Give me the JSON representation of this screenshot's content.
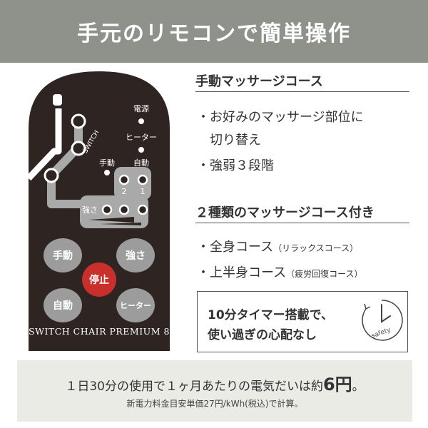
{
  "header": {
    "title": "手元のリモコンで簡単操作"
  },
  "remote": {
    "labels": {
      "power": "電源",
      "heater": "ヒーター",
      "manual": "手動",
      "auto": "自動",
      "num2": "2",
      "num1": "1",
      "strength": "強さ",
      "switch": "SWITCH"
    },
    "buttons": {
      "manual": "手動",
      "strength": "強さ",
      "stop": "停止",
      "auto": "自動",
      "heater": "ヒーター"
    },
    "brand": "SWITCH CHAIR PREMIUM 8"
  },
  "manual_course": {
    "title": "手動マッサージコース",
    "items": [
      "・お好みのマッサージ部位に",
      "切り替え",
      "・強弱３段階"
    ]
  },
  "two_courses": {
    "title": "２種類のマッサージコース付き",
    "items": [
      {
        "main": "・全身コース",
        "sub": "（リラックスコース）"
      },
      {
        "main": "・上半身コース",
        "sub": "（疲労回復コース）"
      }
    ]
  },
  "timer": {
    "line1": "10分タイマー搭載で、",
    "line2": "使い過ぎの心配なし",
    "safety_label": "safety"
  },
  "footer": {
    "main_pre": "１日30分の使用で１ヶ月あたりの電気だいは約",
    "main_big": "6円",
    "main_post": "。",
    "note": "新電力料金目安単価27円/kWh(税込)で計算。"
  },
  "colors": {
    "header_bg": "#8f928b",
    "remote_body": "#2e2522",
    "track": "#a9a9a9",
    "button_gray": "#9c9c9c",
    "stop_red": "#c9302c",
    "footer_bg": "#e9ebe4"
  }
}
